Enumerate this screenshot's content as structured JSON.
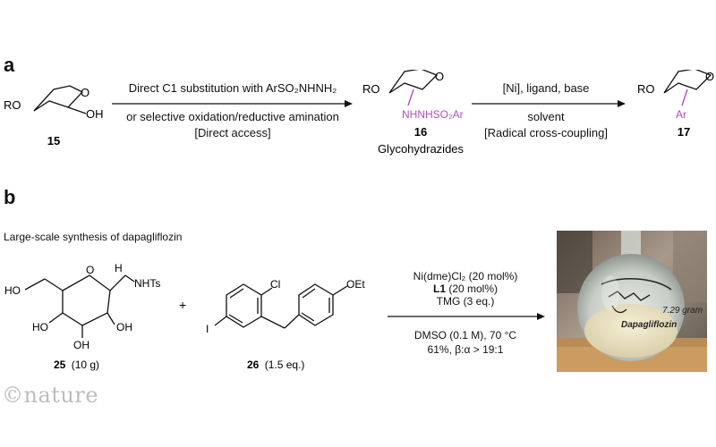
{
  "panel_a": {
    "letter": "a",
    "step1_line1": "Direct C1 substitution with ArSO₂NHNH₂",
    "step1_line2": "or selective oxidation/reductive amination",
    "step1_line3": "[Direct access]",
    "step2_line1": "[Ni], ligand, base",
    "step2_line2": "solvent",
    "step2_line3": "[Radical cross-coupling]",
    "cmpd15": "15",
    "cmpd16": "16",
    "cmpd16_name": "Glycohydrazides",
    "cmpd17": "17",
    "label_RO": "RO",
    "label_O": "O",
    "label_OH": "OH",
    "label_hydrazide": "NHNHSO₂Ar",
    "label_Ar": "Ar"
  },
  "panel_b": {
    "letter": "b",
    "title": "Large-scale synthesis of dapagliflozin",
    "cmpd25_num": "25",
    "cmpd25_amt": "(10 g)",
    "cmpd26_num": "26",
    "cmpd26_amt": "(1.5 eq.)",
    "plus": "+",
    "cond1": "Ni(dme)Cl₂ (20 mol%)",
    "cond2_bold": "L1",
    "cond2_rest": " (20 mol%)",
    "cond3": "TMG (3 eq.)",
    "cond4": "DMSO (0.1 M), 70 °C",
    "cond5": "61%, β:α > 19:1",
    "photo_label1": "7.29 gram",
    "photo_label2": "Dapagliflozin",
    "atoms": {
      "HO": "HO",
      "OH": "OH",
      "O": "O",
      "H": "H",
      "N": "N",
      "NHTs": "NHTs",
      "Cl": "Cl",
      "I": "I",
      "OEt": "OEt"
    }
  },
  "watermark": "©nature",
  "colors": {
    "highlight": "#b04fc0",
    "text": "#111111",
    "watermark": "#bdbdbd"
  }
}
